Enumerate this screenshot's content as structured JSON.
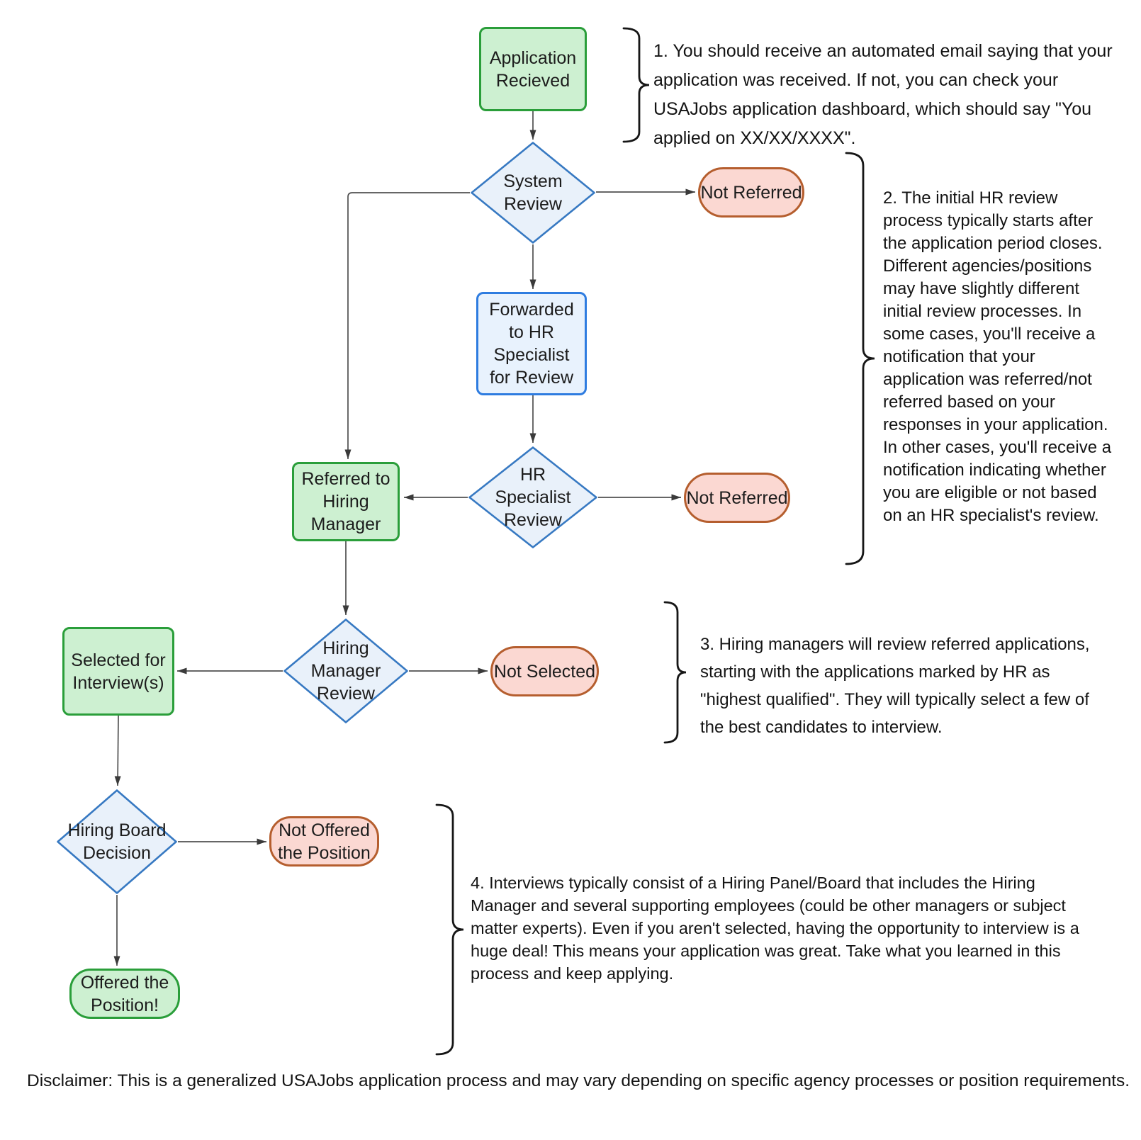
{
  "palette": {
    "positive_fill": "#cdf0d1",
    "positive_stroke": "#2a9e3a",
    "process_fill": "#e8f2fd",
    "process_stroke": "#2e7ce0",
    "decision_fill": "#e9f1fa",
    "decision_stroke": "#3779c2",
    "negative_fill": "#fbd8d2",
    "negative_stroke": "#b55e2e",
    "connector_color": "#505050",
    "text_color": "#1c1c1c"
  },
  "flowchart": {
    "nodes": {
      "application_received": {
        "type": "process-positive",
        "label": "Application\nRecieved"
      },
      "system_review": {
        "type": "decision",
        "label": "System\nReview"
      },
      "not_referred_1": {
        "type": "terminator-negative",
        "label": "Not Referred"
      },
      "forwarded_hr": {
        "type": "process",
        "label": "Forwarded\nto HR\nSpecialist\nfor Review"
      },
      "hr_specialist_review": {
        "type": "decision",
        "label": "HR\nSpecialist\nReview"
      },
      "referred_hiring_manager": {
        "type": "process-positive",
        "label": "Referred to\nHiring\nManager"
      },
      "not_referred_2": {
        "type": "terminator-negative",
        "label": "Not Referred"
      },
      "hiring_manager_review": {
        "type": "decision",
        "label": "Hiring\nManager\nReview"
      },
      "selected_interview": {
        "type": "process-positive",
        "label": "Selected for\nInterview(s)"
      },
      "not_selected": {
        "type": "terminator-negative",
        "label": "Not Selected"
      },
      "hiring_board_decision": {
        "type": "decision",
        "label": "Hiring Board\nDecision"
      },
      "not_offered": {
        "type": "terminator-negative",
        "label": "Not Offered\nthe Position"
      },
      "offered": {
        "type": "terminator-positive",
        "label": "Offered the\nPosition!"
      }
    },
    "edges": [
      {
        "from": "application_received",
        "to": "system_review"
      },
      {
        "from": "system_review",
        "to": "not_referred_1"
      },
      {
        "from": "system_review",
        "to": "referred_hiring_manager"
      },
      {
        "from": "system_review",
        "to": "forwarded_hr"
      },
      {
        "from": "forwarded_hr",
        "to": "hr_specialist_review"
      },
      {
        "from": "hr_specialist_review",
        "to": "referred_hiring_manager"
      },
      {
        "from": "hr_specialist_review",
        "to": "not_referred_2"
      },
      {
        "from": "referred_hiring_manager",
        "to": "hiring_manager_review"
      },
      {
        "from": "hiring_manager_review",
        "to": "selected_interview"
      },
      {
        "from": "hiring_manager_review",
        "to": "not_selected"
      },
      {
        "from": "selected_interview",
        "to": "hiring_board_decision"
      },
      {
        "from": "hiring_board_decision",
        "to": "not_offered"
      },
      {
        "from": "hiring_board_decision",
        "to": "offered"
      }
    ]
  },
  "annotations": {
    "note1": "1. You should receive an automated email saying that your\napplication was received. If not, you can check your\nUSAJobs application dashboard, which should say \"You\napplied on XX/XX/XXXX\".",
    "note2": "2. The initial HR review\nprocess typically starts after\nthe application period closes.\nDifferent agencies/positions\nmay have slightly different\ninitial review processes. In\nsome cases, you'll receive a\nnotification that your\napplication was referred/not\nreferred based on your\nresponses in your application.\nIn other cases, you'll receive a\nnotification indicating whether\nyou are eligible or not based\non an HR specialist's review.",
    "note3": "3. Hiring managers will review referred applications,\nstarting with the applications marked by HR as\n\"highest qualified\". They will typically select a few of\nthe best candidates to interview.",
    "note4": "4. Interviews typically consist of a Hiring Panel/Board that includes the Hiring\nManager and several supporting employees (could be other managers or subject\nmatter experts). Even if you aren't selected, having the opportunity to interview is a\nhuge deal! This means your application was great. Take what you learned in this\nprocess and keep applying."
  },
  "disclaimer": "Disclaimer: This is a generalized USAJobs application process and may vary depending on specific agency processes or position requirements."
}
